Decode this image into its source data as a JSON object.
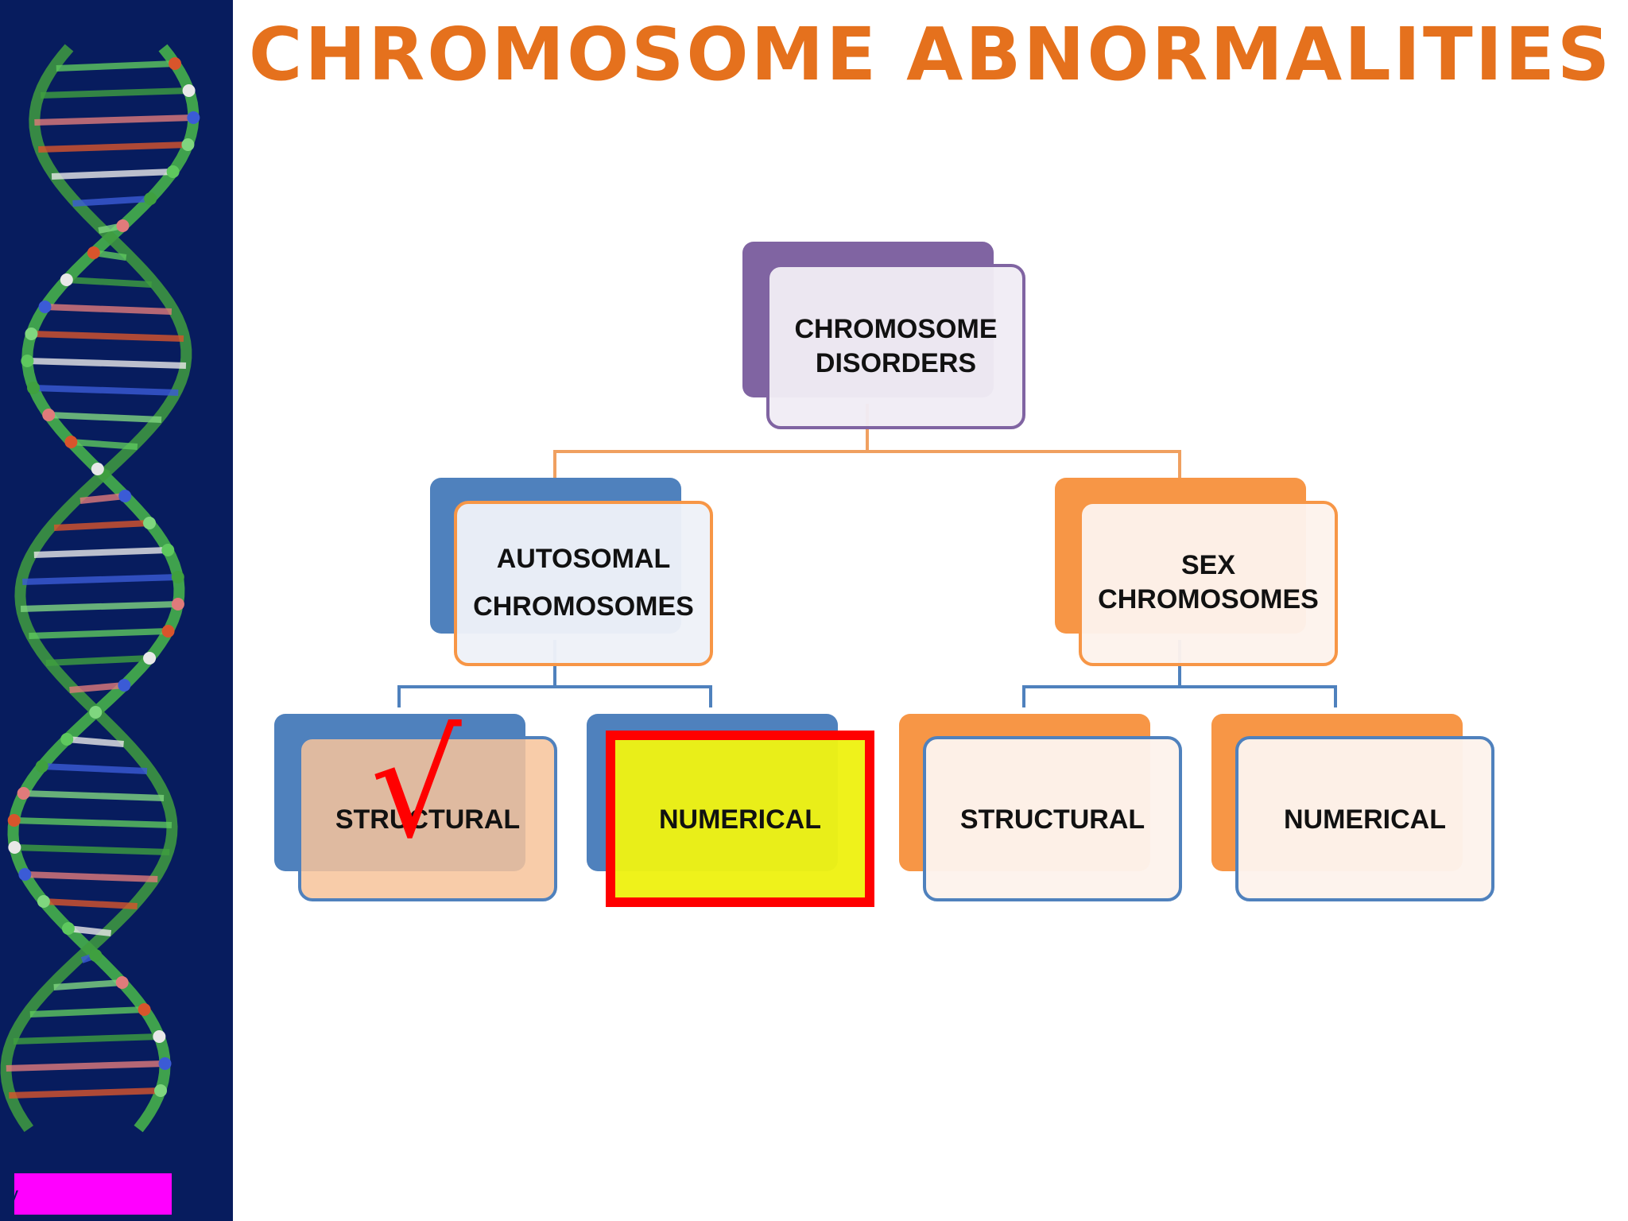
{
  "title": "CHROMOSOME ABNORMALITIES",
  "footer_tag": "y",
  "colors": {
    "title": "#e5711d",
    "sidebar": "#071c5e",
    "purple": "#8064a2",
    "blue": "#4f81bd",
    "orange": "#f79646",
    "highlight_fill": "#eef214",
    "highlight_border": "#ff0000",
    "check": "#ff0000"
  },
  "diagram": {
    "root": {
      "line1": "CHROMOSOME",
      "line2": "DISORDERS"
    },
    "autosomal": {
      "line1": "AUTOSOMAL",
      "line2": "CHROMOSOMES"
    },
    "sex": {
      "line1": "SEX",
      "line2": "CHROMOSOMES"
    },
    "auto_structural": "STRUCTURAL",
    "auto_numerical": "NUMERICAL",
    "sex_structural": "STRUCTURAL",
    "sex_numerical": "NUMERICAL"
  },
  "check_mark": "√"
}
